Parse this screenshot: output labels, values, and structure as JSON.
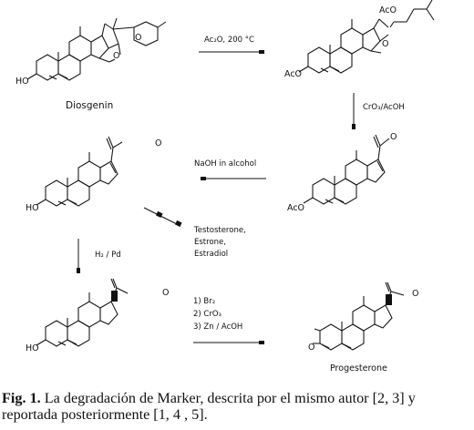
{
  "compounds": {
    "diosgenin": {
      "name": "Diosgenin",
      "oh": "HO",
      "ring_o1": "O",
      "ring_o2": "O"
    },
    "acetate_top": {
      "aco_right": "AcO",
      "aco_left": "AcO",
      "ring_o": "O"
    },
    "enone_acetate": {
      "aco": "AcO",
      "keto_o": "O"
    },
    "enone_alcohol": {
      "oh": "HO",
      "keto_o": "O"
    },
    "pregnenolone": {
      "oh": "HO",
      "keto_o": "O"
    },
    "progesterone": {
      "name": "Progesterone",
      "ring_o": "O",
      "keto_o": "O"
    }
  },
  "reactions": {
    "step1": "Ac₂O, 200 °C",
    "step2": "CrO₃/AcOH",
    "step3": "NaOH in alcohol",
    "step4": "H₂ / Pd",
    "step5": [
      "1) Br₂",
      "2) CrO₃",
      "3) Zn / AcOH"
    ],
    "branch": [
      "Testosterone,",
      "Estrone,",
      "Estradiol"
    ]
  },
  "caption": {
    "label": "Fig. 1.",
    "text": "La degradación de Marker, descrita por el mismo autor [2, 3] y reportada posteriormente [1, 4 , 5]."
  }
}
